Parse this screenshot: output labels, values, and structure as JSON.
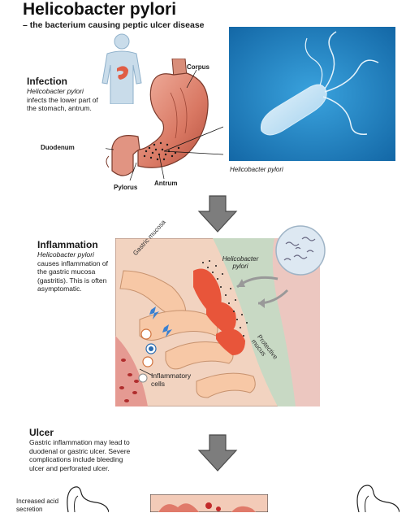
{
  "header": {
    "title": "Helicobacter pylori",
    "subtitle": "– the bacterium causing peptic ulcer disease"
  },
  "infection": {
    "title": "Infection",
    "text_italic": "Helicobacter pylori",
    "text_rest": "infects the lower part of the stomach, antrum.",
    "labels": {
      "corpus": "Corpus",
      "duodenum": "Duodenum",
      "antrum": "Antrum",
      "pylorus": "Pylorus"
    },
    "photo_caption": "Helicobacter pylori"
  },
  "inflammation": {
    "title": "Inflammation",
    "text_italic": "Helicobacter pylori",
    "text_rest": "causes inflammation of the gastric mucosa (gastritis). This is often asymptomatic.",
    "labels": {
      "gastric_mucosa": "Gastric mucosa",
      "h_pylori": "Helicobacter pylori",
      "protective_mucus": "Protective mucus",
      "inflammatory_cells": "Inflammatory cells"
    }
  },
  "ulcer": {
    "title": "Ulcer",
    "text": "Gastric inflammation may lead to duodenal or gastric ulcer. Severe complications include bleeding ulcer and perforated ulcer.",
    "label_acid": "Increased acid secretion"
  },
  "colors": {
    "arrow_fill": "#7d7d7d",
    "photo_bg": "#1f86c9",
    "mucosa_red": "#e8553a",
    "mucus_green": "#c8d9c4"
  }
}
